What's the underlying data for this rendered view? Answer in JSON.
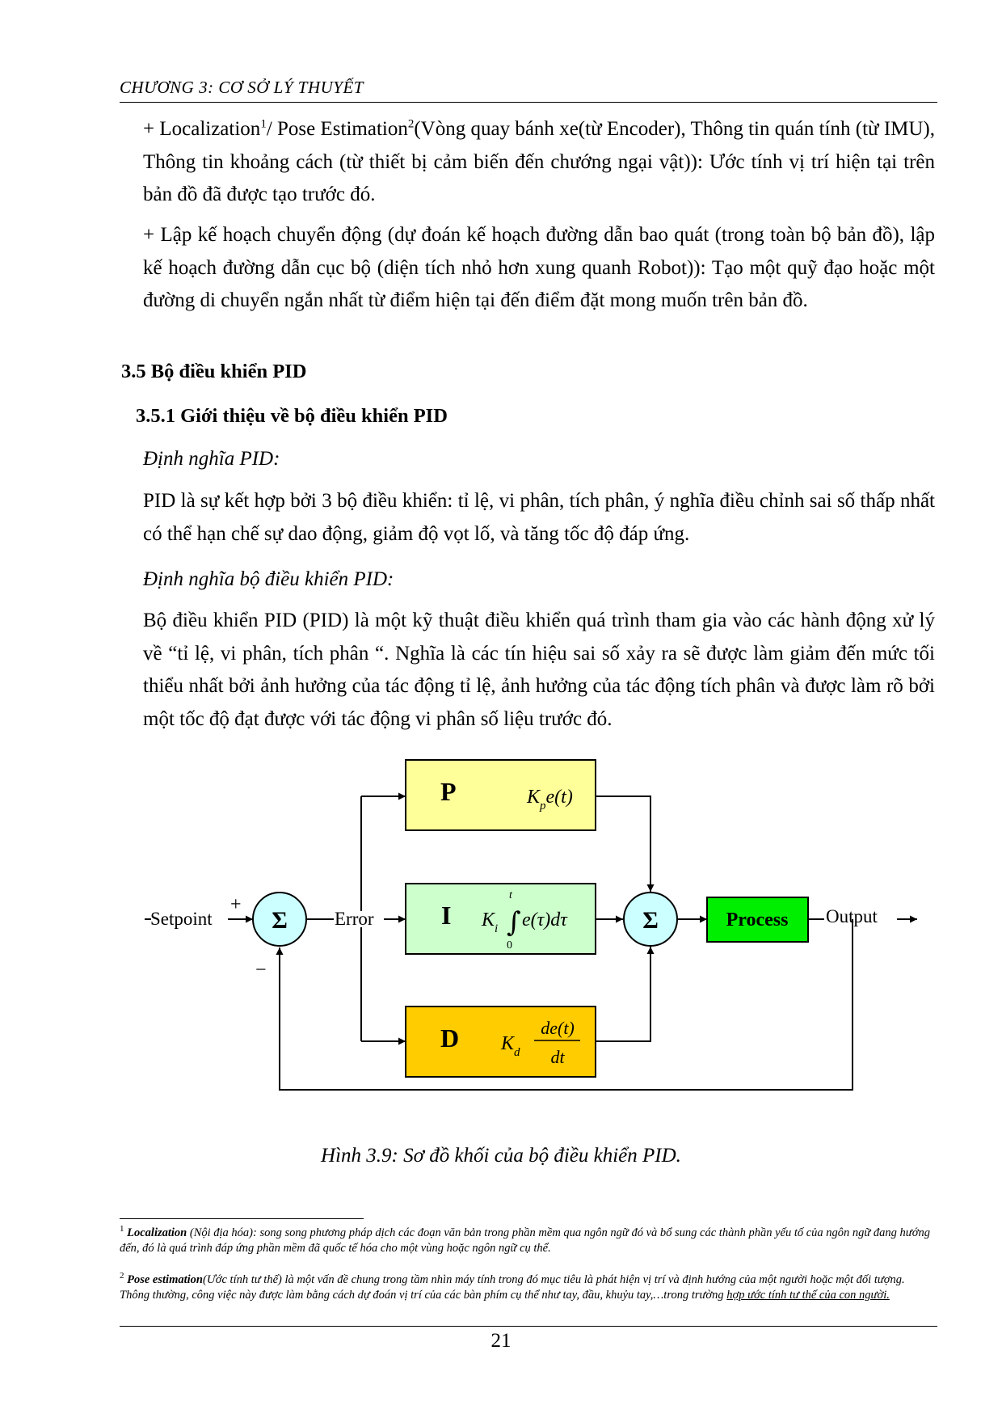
{
  "header": {
    "chapter": "CHƯƠNG 3: CƠ SỞ LÝ THUYẾT"
  },
  "paragraphs": {
    "localization": {
      "t1": "+ Localization",
      "s1": "1",
      "t2": "/ Pose Estimation",
      "s2": "2",
      "t3": "(Vòng quay bánh xe(từ Encoder), Thông tin quán tính (từ IMU), Thông tin khoảng cách (từ thiết bị cảm biến đến chướng ngại vật)): Ước tính vị trí hiện tại trên bản đồ đã được tạo trước đó."
    },
    "planning": "+ Lập kế hoạch chuyển động (dự đoán kế hoạch đường dẫn bao quát (trong toàn bộ bản đồ), lập kế hoạch đường dẫn cục bộ (diện tích nhỏ hơn xung quanh Robot)): Tạo một quỹ đạo hoặc một đường di chuyển ngắn nhất từ điểm hiện tại đến điểm đặt mong muốn trên bản đồ.",
    "pid_intro": "PID là sự kết hợp bởi 3 bộ điều khiển: tỉ lệ, vi phân, tích phân, ý nghĩa điều chỉnh sai số thấp nhất có thể hạn chế sự dao động, giảm độ vọt lố, và tăng tốc độ đáp ứng.",
    "pid_controller": "Bộ điều khiển PID (PID) là một kỹ thuật điều khiển quá trình tham gia vào các hành động xử lý về “tỉ lệ, vi phân, tích phân “. Nghĩa là các tín hiệu sai số xảy ra sẽ được làm giảm đến mức tối thiểu nhất bởi ảnh hưởng của tác động tỉ lệ, ảnh hưởng của tác động tích phân và được làm rõ bởi một tốc độ đạt được với tác động vi phân số liệu trước đó."
  },
  "headings": {
    "section": "3.5 Bộ điều khiển PID",
    "subsection": "3.5.1 Giới thiệu về bộ điều khiển PID",
    "def_pid": "Định nghĩa PID:",
    "def_controller": "Định nghĩa bộ điều khiển PID:"
  },
  "diagram": {
    "setpoint": "Setpoint",
    "plus": "+",
    "minus": "−",
    "sum": "Σ",
    "error": "Error",
    "output": "Output",
    "process": "Process",
    "p": {
      "letter": "P",
      "k": "K",
      "sub": "p",
      "rest": "e(t)"
    },
    "i": {
      "letter": "I",
      "k": "K",
      "sub": "i",
      "upper": "t",
      "lower": "0",
      "rest": "e(τ)dτ"
    },
    "d": {
      "letter": "D",
      "k": "K",
      "sub": "d",
      "num": "de(t)",
      "den": "dt"
    },
    "colors": {
      "p": "#ffff99",
      "i": "#ccffcc",
      "d": "#ffcc00",
      "process": "#00ee00",
      "sum": "#ccffff"
    }
  },
  "caption": "Hình 3.9: Sơ đồ khối của bộ điều khiển PID.",
  "footnotes": {
    "fn1": {
      "num": "1",
      "term": "Localization",
      "text": " (Nội địa hóa): song song phương pháp dịch các đoạn văn bản trong phần mềm qua ngôn ngữ đó và bổ sung các thành phần yếu tố của ngôn ngữ đang hướng đến, đó là quá trình đáp ứng phần mềm đã quốc tế hóa cho một vùng hoặc ngôn ngữ cụ thể."
    },
    "fn2": {
      "num": "2",
      "term": "Pose estimation",
      "text": "(Ước tính tư thế) là một vấn đề chung trong tầm nhìn máy tính trong đó mục tiêu là phát hiện vị trí và định hướng của một người hoặc một đối tượng. Thông thường, công việc này được làm bằng cách dự đoán vị trí của các bàn phím cụ thể như tay, đầu, khuỷu tay,…trong trường ",
      "underlined": "hợp ước tính tư thế của con người."
    }
  },
  "page_number": "21"
}
